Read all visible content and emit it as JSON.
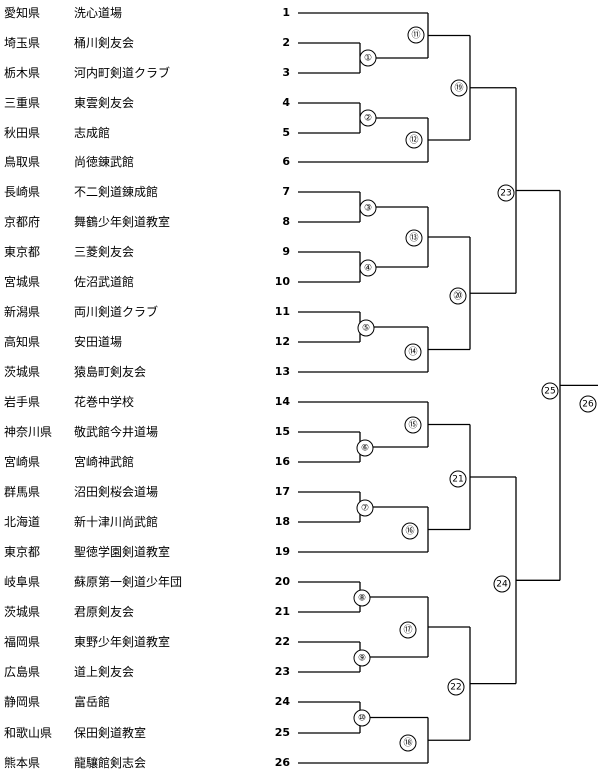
{
  "entrants": [
    {
      "seed": "1",
      "prefecture": "愛知県",
      "club": "洗心道場"
    },
    {
      "seed": "2",
      "prefecture": "埼玉県",
      "club": "桶川剣友会"
    },
    {
      "seed": "3",
      "prefecture": "栃木県",
      "club": "河内町剣道クラブ"
    },
    {
      "seed": "4",
      "prefecture": "三重県",
      "club": "東雲剣友会"
    },
    {
      "seed": "5",
      "prefecture": "秋田県",
      "club": "志成館"
    },
    {
      "seed": "6",
      "prefecture": "鳥取県",
      "club": "尚徳錬武館"
    },
    {
      "seed": "7",
      "prefecture": "長崎県",
      "club": "不二剣道錬成館"
    },
    {
      "seed": "8",
      "prefecture": "京都府",
      "club": "舞鶴少年剣道教室"
    },
    {
      "seed": "9",
      "prefecture": "東京都",
      "club": "三菱剣友会"
    },
    {
      "seed": "10",
      "prefecture": "宮城県",
      "club": "佐沼武道館"
    },
    {
      "seed": "11",
      "prefecture": "新潟県",
      "club": "両川剣道クラブ"
    },
    {
      "seed": "12",
      "prefecture": "高知県",
      "club": "安田道場"
    },
    {
      "seed": "13",
      "prefecture": "茨城県",
      "club": "猿島町剣友会"
    },
    {
      "seed": "14",
      "prefecture": "岩手県",
      "club": "花巻中学校"
    },
    {
      "seed": "15",
      "prefecture": "神奈川県",
      "club": "敬武館今井道場"
    },
    {
      "seed": "16",
      "prefecture": "宮崎県",
      "club": "宮崎神武館"
    },
    {
      "seed": "17",
      "prefecture": "群馬県",
      "club": "沼田剣桜会道場"
    },
    {
      "seed": "18",
      "prefecture": "北海道",
      "club": "新十津川尚武館"
    },
    {
      "seed": "19",
      "prefecture": "東京都",
      "club": "聖徳学園剣道教室"
    },
    {
      "seed": "20",
      "prefecture": "岐阜県",
      "club": "蘇原第一剣道少年団"
    },
    {
      "seed": "21",
      "prefecture": "茨城県",
      "club": "君原剣友会"
    },
    {
      "seed": "22",
      "prefecture": "福岡県",
      "club": "東野少年剣道教室"
    },
    {
      "seed": "23",
      "prefecture": "広島県",
      "club": "道上剣友会"
    },
    {
      "seed": "24",
      "prefecture": "静岡県",
      "club": "富岳館"
    },
    {
      "seed": "25",
      "prefecture": "和歌山県",
      "club": "保田剣道教室"
    },
    {
      "seed": "26",
      "prefecture": "熊本県",
      "club": "龍驤館剣志会"
    }
  ],
  "matches": [
    {
      "id": "1",
      "label": "①"
    },
    {
      "id": "2",
      "label": "②"
    },
    {
      "id": "3",
      "label": "③"
    },
    {
      "id": "4",
      "label": "④"
    },
    {
      "id": "5",
      "label": "⑤"
    },
    {
      "id": "6",
      "label": "⑥"
    },
    {
      "id": "7",
      "label": "⑦"
    },
    {
      "id": "8",
      "label": "⑧"
    },
    {
      "id": "9",
      "label": "⑨"
    },
    {
      "id": "10",
      "label": "⑩"
    },
    {
      "id": "11",
      "label": "⑪"
    },
    {
      "id": "12",
      "label": "⑫"
    },
    {
      "id": "13",
      "label": "⑬"
    },
    {
      "id": "14",
      "label": "⑭"
    },
    {
      "id": "15",
      "label": "⑮"
    },
    {
      "id": "16",
      "label": "⑯"
    },
    {
      "id": "17",
      "label": "⑰"
    },
    {
      "id": "18",
      "label": "⑱"
    },
    {
      "id": "19",
      "label": "⑲"
    },
    {
      "id": "20",
      "label": "⑳"
    },
    {
      "id": "21",
      "label": "21"
    },
    {
      "id": "22",
      "label": "22"
    },
    {
      "id": "23",
      "label": "23"
    },
    {
      "id": "24",
      "label": "24"
    },
    {
      "id": "25",
      "label": "25"
    },
    {
      "id": "26",
      "label": "26"
    }
  ]
}
